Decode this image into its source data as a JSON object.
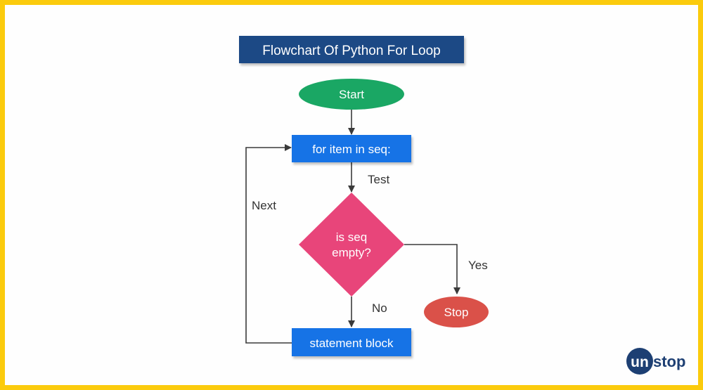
{
  "title": "Flowchart Of Python For Loop",
  "nodes": {
    "start": "Start",
    "loop_header": "for item in seq:",
    "condition_line1": "is seq",
    "condition_line2": "empty?",
    "statement_block": "statement block",
    "stop": "Stop"
  },
  "edge_labels": {
    "test": "Test",
    "next": "Next",
    "yes": "Yes",
    "no": "No"
  },
  "logo": {
    "prefix": "un",
    "suffix": "stop"
  },
  "colors": {
    "frame": "#fbcb0d",
    "title_bg": "#1c4a85",
    "start_node": "#1aa764",
    "process_box": "#1273e6",
    "decision": "#e8457a",
    "stop_node": "#da5149",
    "logo": "#1d3f73"
  }
}
